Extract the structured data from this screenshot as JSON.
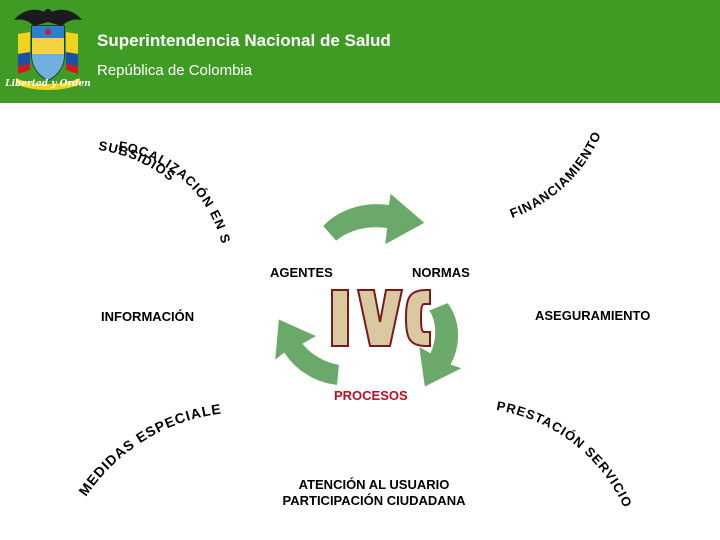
{
  "header": {
    "title": "Superintendencia Nacional de Salud",
    "subtitle": "República de Colombia",
    "motto": "Libertad y Orden",
    "background_color": "#3f9b24",
    "emblem_icon": "colombia-coat-of-arms-icon"
  },
  "diagram": {
    "center_label": "IVC",
    "cycle_nodes": [
      "AGENTES",
      "NORMAS",
      "ASEGURAMIENTO",
      "PROCESOS",
      "INFORMACIÓN"
    ],
    "bottom_label_lines": [
      "ATENCIÓN AL USUARIO",
      "PARTICIPACIÓN CIUDADANA"
    ],
    "arc_labels": {
      "top_left": "FOCALIZACIÓN EN SALUD",
      "top_left_outer": "SUBSIDIOS",
      "top_right": "FINANCIAMIENTO",
      "bottom_left": "MEDIDAS ESPECIALES",
      "bottom_right": "PRESTACIÓN SERVICIO"
    },
    "colors": {
      "arrow_fill": "#6ba96b",
      "arrow_stroke": "#ffffff",
      "ivc_fill": "#d9c9a0",
      "ivc_stroke": "#7a1a1a",
      "processes_text": "#b8102a"
    }
  }
}
